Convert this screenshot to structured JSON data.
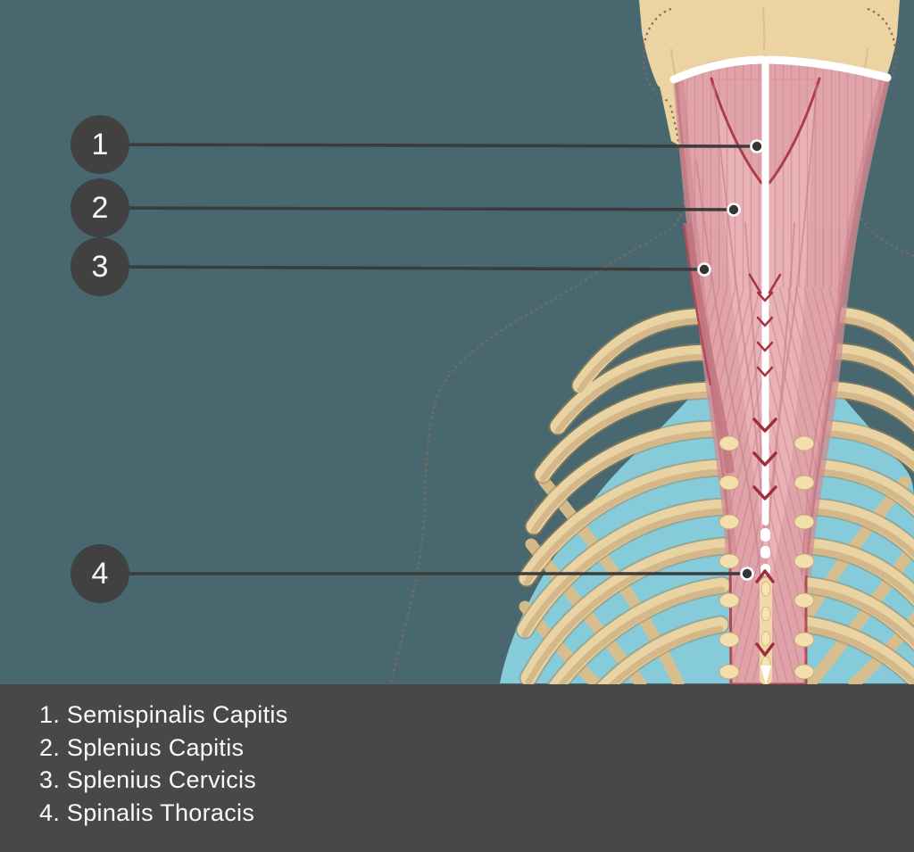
{
  "background_color": "#49676E",
  "panel": {
    "background_color": "#484848",
    "text_color": "#FAFAFA"
  },
  "markers": [
    {
      "number": "1"
    },
    {
      "number": "2"
    },
    {
      "number": "3"
    },
    {
      "number": "4"
    }
  ],
  "answers": [
    "1. Semispinalis Capitis",
    "2. Splenius Capitis",
    "3. Splenius Cervicis",
    "4. Spinalis Thoracis"
  ],
  "illustration": {
    "name": "posterior-neck-and-back-muscles-with-rib-cage",
    "colors": {
      "muscle_pink": "#E0A3A9",
      "muscle_outline_red": "#B04A54",
      "bone_beige": "#EAD3A2",
      "cartilage_blue": "#85CBD9",
      "ligament_white": "#FFFFFF",
      "marker_gray": "#414141",
      "leader_line_gray": "#3C3C3C"
    }
  }
}
